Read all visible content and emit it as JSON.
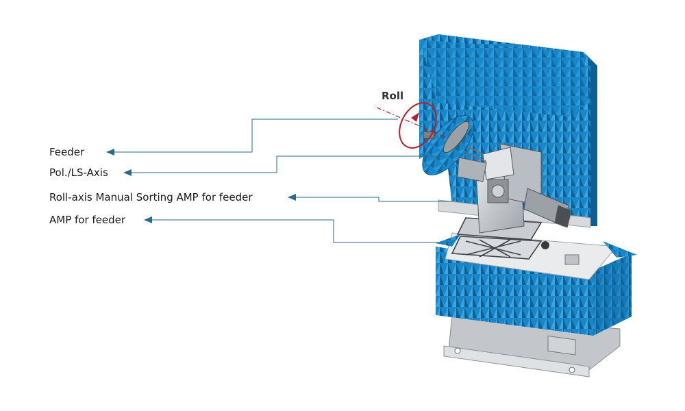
{
  "roll_label": "Roll",
  "callouts": [
    {
      "id": "feeder",
      "label": "Feeder"
    },
    {
      "id": "pol-ls-axis",
      "label": "Pol./LS-Axis"
    },
    {
      "id": "roll-axis-manual",
      "label": "Roll-axis Manual Sorting AMP for feeder"
    },
    {
      "id": "amp-feeder",
      "label": "AMP for feeder"
    }
  ],
  "colors": {
    "absorber": "#1a86c8",
    "absorber_dark": "#0c5f95",
    "arrow": "#2a6a8e",
    "roll_ring": "#b0222f",
    "metal": "#c9cdd2",
    "metal_dark": "#7d838a"
  }
}
